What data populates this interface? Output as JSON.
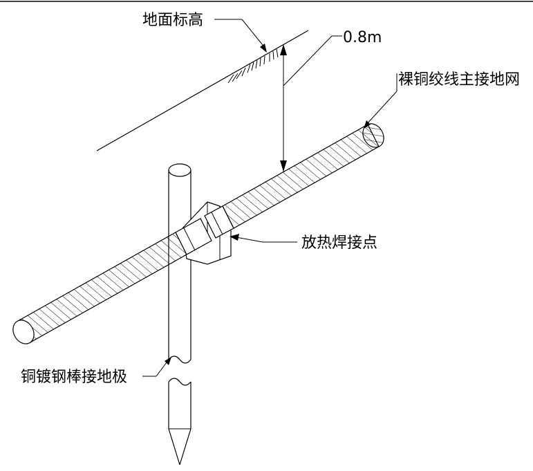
{
  "labels": {
    "ground_level": "地面标高",
    "depth": "0.8m",
    "main_grid": "裸铜绞线主接地网",
    "weld_point": "放热焊接点",
    "ground_rod": "铜镀钢棒接地极"
  },
  "colors": {
    "line": "#000000",
    "background": "#ffffff"
  }
}
